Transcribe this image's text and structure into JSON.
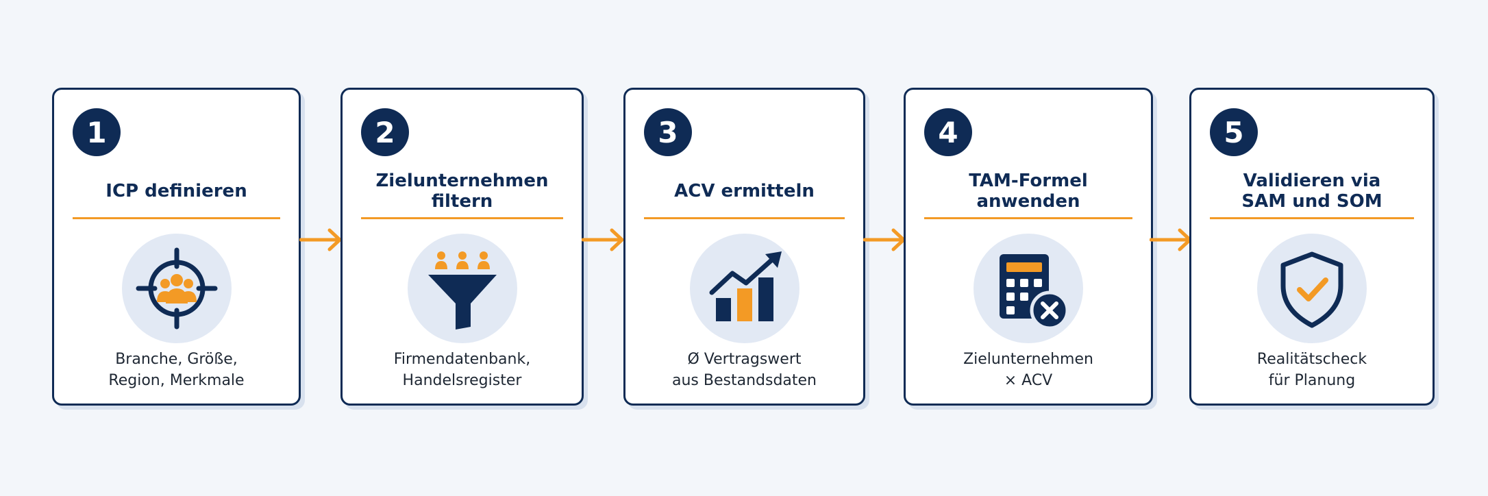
{
  "colors": {
    "navy": "#0f2b55",
    "orange": "#f39a25",
    "icon_bg": "#e2e9f4",
    "background": "#f3f6fa"
  },
  "steps": [
    {
      "number": "1",
      "title_lines": [
        "ICP definieren"
      ],
      "desc_lines": [
        "Branche, Größe,",
        "Region, Merkmale"
      ],
      "icon": "target-people-icon"
    },
    {
      "number": "2",
      "title_lines": [
        "Zielunternehmen",
        "filtern"
      ],
      "desc_lines": [
        "Firmendatenbank,",
        "Handelsregister"
      ],
      "icon": "funnel-icon"
    },
    {
      "number": "3",
      "title_lines": [
        "ACV ermitteln"
      ],
      "desc_lines": [
        "Ø Vertragswert",
        "aus Bestandsdaten"
      ],
      "icon": "growth-chart-icon"
    },
    {
      "number": "4",
      "title_lines": [
        "TAM-Formel",
        "anwenden"
      ],
      "desc_lines": [
        "Zielunternehmen",
        "× ACV"
      ],
      "icon": "calculator-icon"
    },
    {
      "number": "5",
      "title_lines": [
        "Validieren via",
        "SAM und SOM"
      ],
      "desc_lines": [
        "Realitätscheck",
        "für Planung"
      ],
      "icon": "shield-check-icon"
    }
  ]
}
